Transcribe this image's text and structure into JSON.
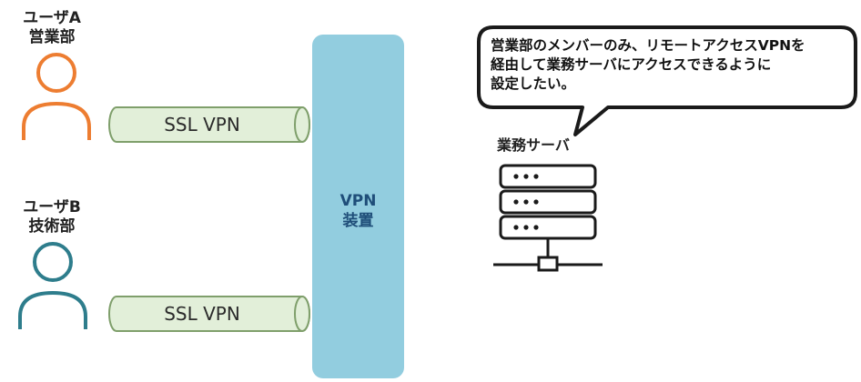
{
  "users": [
    {
      "name": "ユーザA",
      "dept": "営業部",
      "color": "#ed7d31"
    },
    {
      "name": "ユーザB",
      "dept": "技術部",
      "color": "#2e7d8c"
    }
  ],
  "tunnels": [
    {
      "label": "SSL VPN",
      "fill": "#e2efd9",
      "stroke": "#7f9f6b"
    },
    {
      "label": "SSL VPN",
      "fill": "#e2efd9",
      "stroke": "#7f9f6b"
    }
  ],
  "vpn_device": {
    "line1": "VPN",
    "line2": "装置",
    "color": "#92cddf"
  },
  "bubble": {
    "line1": "営業部のメンバーのみ、リモートアクセスVPNを",
    "line2": "経由して業務サーバにアクセスできるように",
    "line3": "設定したい。"
  },
  "server": {
    "label": "業務サーバ",
    "icon": "server-rack-icon"
  }
}
